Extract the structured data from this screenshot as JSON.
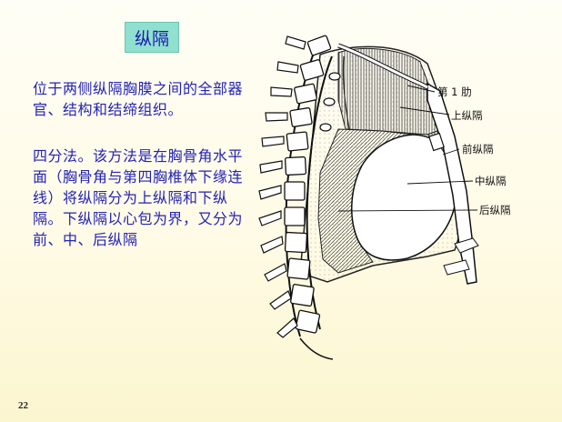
{
  "title": "纵隔",
  "paragraphs": [
    "位于两侧纵隔胸膜之间的全部器官、结构和结缔组织。",
    "四分法。该方法是在胸骨角水平面（胸骨角与第四胸椎体下缘连线）将纵隔分为上纵隔和下纵隔。下纵隔以心包为界，又分为前、中、后纵隔"
  ],
  "diagram": {
    "labels": {
      "rib1": "第 1 肋",
      "superior": "上纵隔",
      "anterior": "前纵隔",
      "middle": "中纵隔",
      "posterior": "后纵隔"
    }
  },
  "page_number": "22"
}
